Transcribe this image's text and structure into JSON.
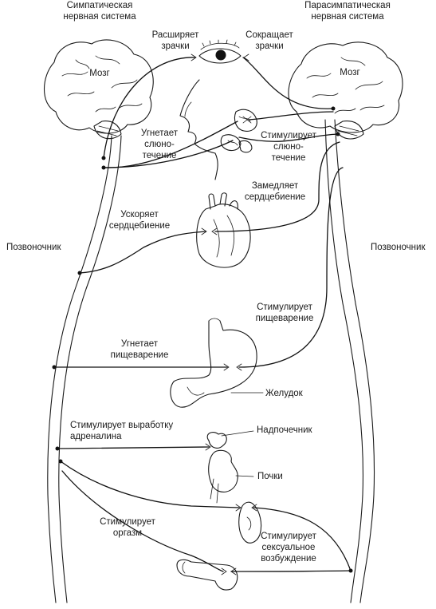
{
  "labels": {
    "sympathetic_title": "Симпатическая\nнервная система",
    "parasympathetic_title": "Парасимпатическая\nнервная система",
    "brain_left": "Мозг",
    "brain_right": "Мозг",
    "dilates_pupils": "Расширяет\nзрачки",
    "constricts_pupils": "Сокращает\nзрачки",
    "inhibits_salivation": "Угнетает\nслюно-\nтечение",
    "stimulates_salivation": "Стимулирует\nслюно-\nтечение",
    "slows_heartbeat": "Замедляет\nсердцебиение",
    "speeds_heartbeat": "Ускоряет\nсердцебиение",
    "spine_left": "Позвоночник",
    "spine_right": "Позвоночник",
    "stimulates_digestion": "Стимулирует\nпищеварение",
    "inhibits_digestion": "Угнетает\nпищеварение",
    "stomach": "Желудок",
    "adrenaline": "Стимулирует выработку\nадреналина",
    "adrenal_gland": "Надпочечник",
    "kidneys": "Почки",
    "orgasm": "Стимулирует\nоргазм",
    "sexual_arousal": "Стимулирует\nсексуальное\nвозбуждение"
  }
}
